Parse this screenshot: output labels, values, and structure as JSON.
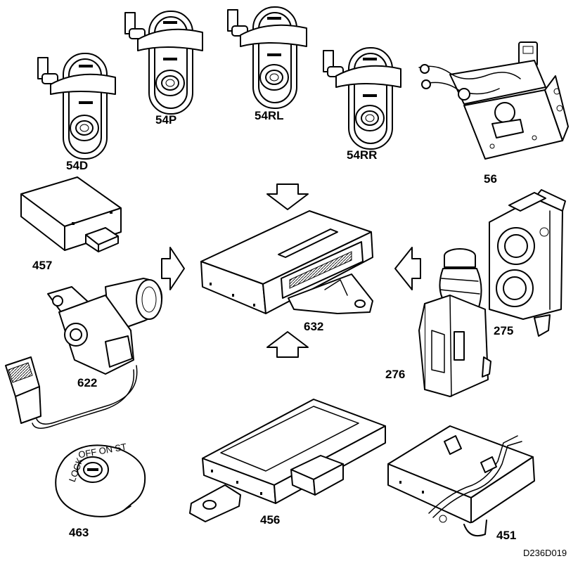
{
  "components": [
    {
      "id": "switch-54d",
      "label": "54D"
    },
    {
      "id": "switch-54p",
      "label": "54P"
    },
    {
      "id": "switch-54rl",
      "label": "54RL"
    },
    {
      "id": "switch-54rr",
      "label": "54RR"
    },
    {
      "id": "latch-56",
      "label": "56"
    },
    {
      "id": "module-457",
      "label": "457"
    },
    {
      "id": "ecu-632",
      "label": "632"
    },
    {
      "id": "sensor-275",
      "label": "275"
    },
    {
      "id": "sensor-276",
      "label": "276"
    },
    {
      "id": "actuator-622",
      "label": "622"
    },
    {
      "id": "module-456",
      "label": "456"
    },
    {
      "id": "ignition-463",
      "label": "463"
    },
    {
      "id": "module-451",
      "label": "451"
    }
  ],
  "ignition_ring_text": "OFF ON ST",
  "ignition_side_text": "LOCK",
  "reference_code": "D236D019"
}
